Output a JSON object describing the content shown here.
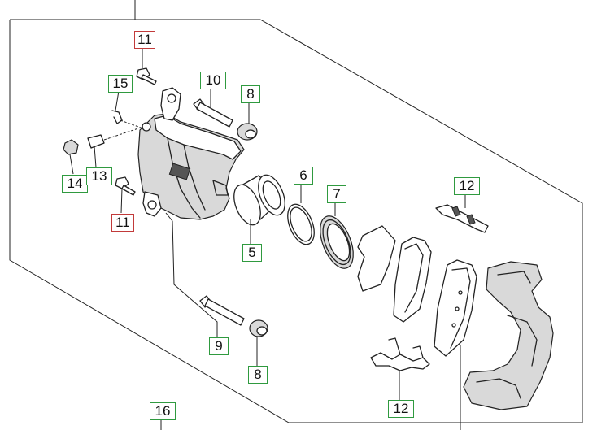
{
  "callouts": {
    "c11_top": "11",
    "c15": "15",
    "c10": "10",
    "c8_top": "8",
    "c14": "14",
    "c13": "13",
    "c11_low": "11",
    "c6": "6",
    "c7": "7",
    "c5": "5",
    "c12_top": "12",
    "c9": "9",
    "c8_low": "8",
    "c12_low": "12",
    "c16": "16"
  },
  "colors": {
    "callout_border_standard": "#2f9a3f",
    "callout_border_highlight": "#c23a3a",
    "line": "#222222",
    "background": "#ffffff"
  }
}
